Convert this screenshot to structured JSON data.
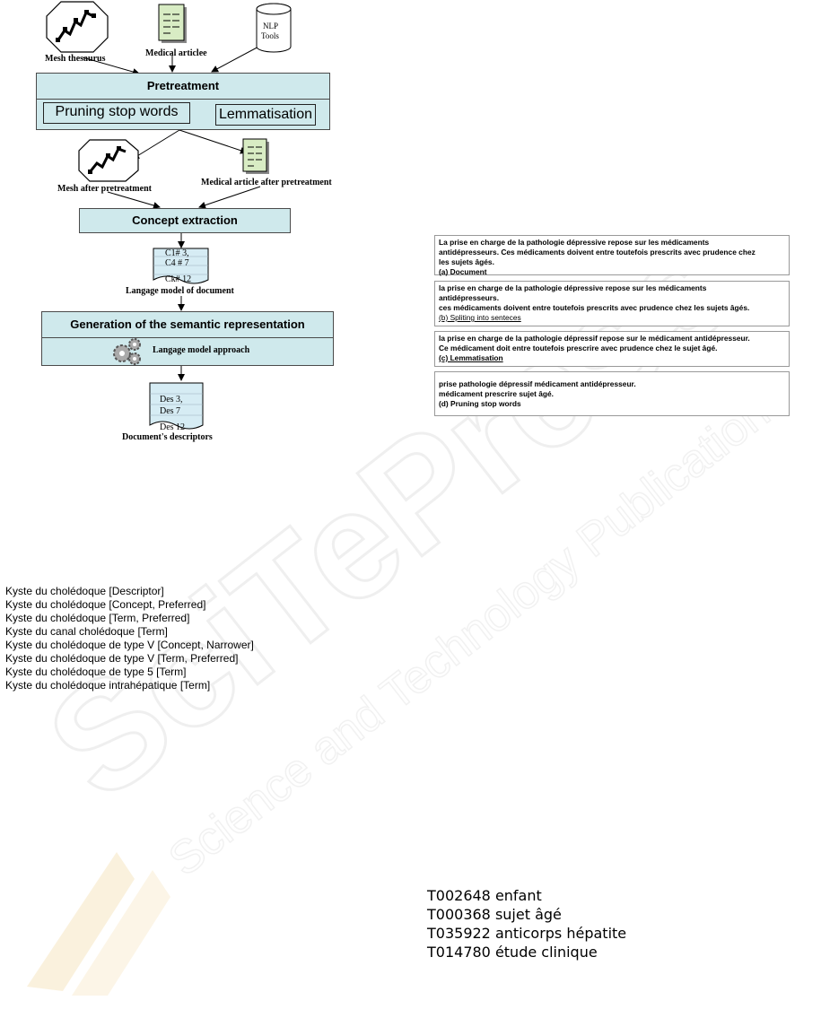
{
  "diagram": {
    "inputs": {
      "mesh": "Mesh  thesaurus",
      "articles": "Medical articlee",
      "nlp_line1": "NLP",
      "nlp_line2": "Tools"
    },
    "pretreatment": {
      "title": "Pretreatment",
      "pruning": "Pruning stop words",
      "lemma": "Lemmatisation"
    },
    "outputs": {
      "mesh_after": "Mesh after pretreatment",
      "article_after": "Medical article after pretreatment"
    },
    "concept_extraction": "Concept extraction",
    "langage_doc": {
      "line1": "C1# 3,",
      "line2": "C4 # 7",
      "line3": "Ck# 12",
      "caption": "Langage model of document"
    },
    "generation": {
      "title": "Generation of the semantic representation",
      "approach": "Langage model approach"
    },
    "descriptors": {
      "line1": "Des 3,",
      "line2": "Des 7",
      "line3": "Des 12",
      "caption": "Document's descriptors"
    }
  },
  "panels": [
    {
      "lines": [
        "La prise en charge de la pathologie dépressive repose sur les médicaments",
        "antidépresseurs. Ces médicaments doivent entre toutefois prescrits avec prudence chez",
        " les sujets âgés."
      ],
      "caption": "(a) Document",
      "bold_lines": true
    },
    {
      "lines": [
        "la prise en charge de la pathologie dépressive repose sur les médicaments",
        "antidépresseurs.",
        "ces médicaments doivent entre toutefois prescrits avec prudence chez les sujets âgés."
      ],
      "caption": "(b) Spliting into senteces",
      "bold_lines": true
    },
    {
      "lines": [
        "la prise en charge de la pathologie dépressif repose sur le médicament antidépresseur.",
        "Ce médicament doit entre toutefois prescrire avec prudence chez le sujet âgé."
      ],
      "caption": "(c) Lemmatisation",
      "bold_lines": true
    },
    {
      "lines": [
        "prise pathologie dépressif médicament antidépresseur.",
        "médicament prescrire sujet âgé."
      ],
      "caption": "(d) Pruning stop words",
      "bold_lines": true
    }
  ],
  "mesh_entries": [
    "Kyste du cholédoque  [Descriptor]",
    "Kyste du cholédoque  [Concept, Preferred]",
    "Kyste du cholédoque  [Term, Preferred]",
    "Kyste du canal cholédoque [Term]",
    "Kyste du cholédoque de type V [Concept, Narrower]",
    "Kyste du cholédoque de type V [Term, Preferred]",
    "Kyste du cholédoque de type 5 [Term]",
    "Kyste du cholédoque intrahépatique [Term]"
  ],
  "terms": [
    "T002648 enfant",
    "T000368 sujet âgé",
    "T035922 anticorps hépatite",
    "T014780 étude clinique"
  ],
  "watermark": {
    "main": "SciTePress",
    "sub": "Science and Technology Publications"
  }
}
